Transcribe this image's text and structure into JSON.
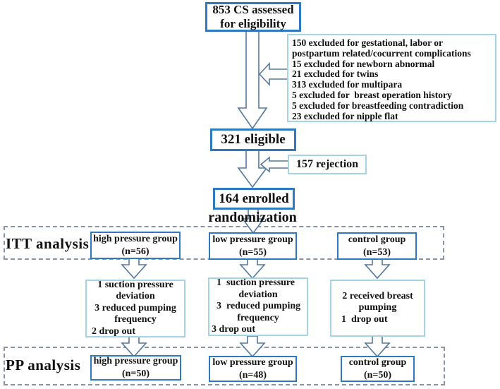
{
  "colors": {
    "box_border_strong": "#2e7ac1",
    "box_border_light": "#a4d4e5",
    "dashed_border": "#8b95a1",
    "arrow_outline": "#54789e",
    "text": "#111111"
  },
  "flow": {
    "assessed": {
      "line1": "853 CS assessed",
      "line2": "for eligibility"
    },
    "excluded_lines": [
      "150 excluded for gestational, labor or",
      "postpartum related/cocurrent complications",
      "15 excluded for newborn abnormal",
      "21 excluded for twins",
      "313 excluded for multipara",
      "5 excluded for  breast operation history",
      "5 excluded for breastfeeding contradiction",
      "23 excluded for nipple flat"
    ],
    "eligible": "321 eligible",
    "rejection": "157 rejection",
    "enrolled": "164 enrolled",
    "randomization_label": "randomization",
    "itt": {
      "label": "ITT analysis",
      "groups": [
        {
          "name": "high pressure group",
          "n": "(n=56)"
        },
        {
          "name": "low pressure group",
          "n": "(n=55)"
        },
        {
          "name": "control group",
          "n": "(n=53)"
        }
      ]
    },
    "attrition": [
      {
        "lines": [
          "1 suction pressure",
          "deviation",
          "3 reduced pumping",
          "frequency",
          "2 drop out"
        ]
      },
      {
        "lines": [
          "1  suction pressure",
          "deviation",
          "3  reduced pumping",
          "frequency",
          "3 drop out"
        ]
      },
      {
        "lines": [
          "2 received breast",
          "pumping",
          "1  drop out"
        ]
      }
    ],
    "pp": {
      "label": "PP analysis",
      "groups": [
        {
          "name": "high pressure group",
          "n": "(n=50)"
        },
        {
          "name": "low pressure group",
          "n": "(n=48)"
        },
        {
          "name": "control group",
          "n": "(n=50)"
        }
      ]
    }
  }
}
